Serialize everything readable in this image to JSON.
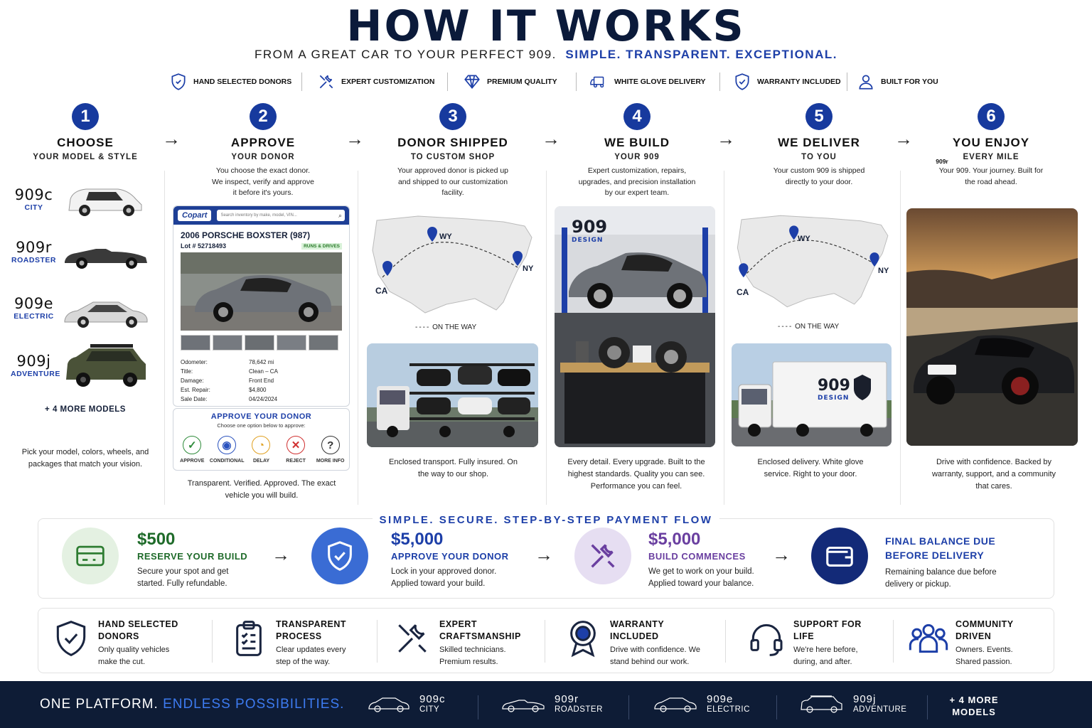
{
  "header": {
    "title": "HOW IT WORKS",
    "subtitle": "FROM A GREAT CAR TO YOUR PERFECT 909.",
    "subtitle_accent": "SIMPLE. TRANSPARENT. EXCEPTIONAL."
  },
  "features": [
    {
      "label": "HAND SELECTED DONORS",
      "icon": "shield-icon"
    },
    {
      "label": "EXPERT CUSTOMIZATION",
      "icon": "tools-icon"
    },
    {
      "label": "PREMIUM QUALITY",
      "icon": "diamond-icon"
    },
    {
      "label": "WHITE GLOVE DELIVERY",
      "icon": "truck-icon"
    },
    {
      "label": "WARRANTY INCLUDED",
      "icon": "shield-check-icon"
    },
    {
      "label": "BUILT FOR YOU",
      "icon": "person-icon"
    }
  ],
  "steps": [
    {
      "number": "1",
      "title": "CHOOSE",
      "subtitle": "YOUR MODEL & STYLE",
      "description": "",
      "caption": "Pick your model, colors, wheels, and packages that match your vision."
    },
    {
      "number": "2",
      "title": "APPROVE",
      "subtitle": "YOUR DONOR",
      "description": "You choose the exact donor. We inspect, verify and approve it before it's yours.",
      "caption": "Transparent. Verified. Approved. The exact vehicle you will build."
    },
    {
      "number": "3",
      "title": "DONOR SHIPPED",
      "subtitle": "TO CUSTOM SHOP",
      "description": "Your approved donor is picked up and shipped to our customization facility.",
      "caption": "Enclosed transport. Fully insured. On the way to our shop."
    },
    {
      "number": "4",
      "title": "WE BUILD",
      "subtitle": "YOUR 909",
      "description": "Expert customization, repairs, upgrades, and precision installation by our expert team.",
      "caption": "Every detail. Every upgrade. Built to the highest standards. Quality you can see. Performance you can feel."
    },
    {
      "number": "5",
      "title": "WE DELIVER",
      "subtitle": "TO YOU",
      "description": "Your custom 909 is shipped directly to your door.",
      "caption": "Enclosed delivery. White glove service. Right to your door."
    },
    {
      "number": "6",
      "title": "YOU ENJOY",
      "subtitle": "EVERY MILE",
      "description": "Your 909. Your journey. Built for the road ahead.",
      "caption": "Drive with confidence. Backed by warranty, support, and a community that cares."
    }
  ],
  "models": [
    {
      "name": "909c",
      "class": "CITY",
      "color": "#f2f2f2"
    },
    {
      "name": "909r",
      "class": "ROADSTER",
      "color": "#3a3a3a"
    },
    {
      "name": "909e",
      "class": "ELECTRIC",
      "color": "#d8d8d8"
    },
    {
      "name": "909j",
      "class": "ADVENTURE",
      "color": "#4a5238"
    }
  ],
  "more_models": "+ 4 MORE MODELS",
  "map": {
    "from": "CA",
    "via": "WY",
    "to": "NY",
    "legend": "ON THE WAY"
  },
  "listing": {
    "brand": "Copart",
    "search_placeholder": "Search inventory by make, model, VIN...",
    "title": "2006 PORSCHE BOXSTER (987)",
    "lot": "Lot # 52718493",
    "badge": "RUNS & DRIVES",
    "specs": [
      {
        "k": "Odometer:",
        "v": "78,642 mi"
      },
      {
        "k": "Title:",
        "v": "Clean – CA"
      },
      {
        "k": "Damage:",
        "v": "Front End"
      },
      {
        "k": "Est. Repair:",
        "v": "$4,800"
      },
      {
        "k": "Sale Date:",
        "v": "04/24/2024"
      }
    ],
    "approve_title": "APPROVE YOUR DONOR",
    "approve_sub": "Choose one option below to approve:",
    "options": [
      {
        "label": "APPROVE",
        "glyph": "✓",
        "color": "#2e8b3a"
      },
      {
        "label": "CONDITIONAL",
        "glyph": "◉",
        "color": "#2a52be"
      },
      {
        "label": "DELAY",
        "glyph": "◔",
        "color": "#e0a020"
      },
      {
        "label": "REJECT",
        "glyph": "✕",
        "color": "#d03030"
      },
      {
        "label": "MORE INFO",
        "glyph": "?",
        "color": "#333333"
      }
    ]
  },
  "shop_sign": {
    "name": "909",
    "sub": "DESIGN"
  },
  "plate": "909r",
  "payment": {
    "title": "SIMPLE. SECURE. STEP-BY-STEP PAYMENT FLOW",
    "steps": [
      {
        "amount": "$500",
        "label": "RESERVE YOUR BUILD",
        "desc": "Secure your spot and get started. Fully refundable.",
        "color": "#1f6b2a",
        "icon": "card-icon"
      },
      {
        "amount": "$5,000",
        "label": "APPROVE YOUR DONOR",
        "desc": "Lock in your approved donor. Applied toward your build.",
        "color": "#1d3fa8",
        "icon": "shield-check-icon"
      },
      {
        "amount": "$5,000",
        "label": "BUILD COMMENCES",
        "desc": "We get to work on your build. Applied toward your balance.",
        "color": "#6a3fa0",
        "icon": "tools-icon"
      },
      {
        "amount": "",
        "label": "FINAL BALANCE DUE BEFORE DELIVERY",
        "desc": "Remaining balance due before delivery or pickup.",
        "color": "#1d3fa8",
        "icon": "wallet-icon"
      }
    ]
  },
  "benefits": [
    {
      "title": "HAND SELECTED DONORS",
      "desc": "Only quality vehicles make the cut.",
      "icon": "shield-check-icon"
    },
    {
      "title": "TRANSPARENT PROCESS",
      "desc": "Clear updates every step of the way.",
      "icon": "clipboard-icon"
    },
    {
      "title": "EXPERT CRAFTSMANSHIP",
      "desc": "Skilled technicians. Premium results.",
      "icon": "tools-icon"
    },
    {
      "title": "WARRANTY INCLUDED",
      "desc": "Drive with confidence. We stand behind our work.",
      "icon": "award-icon"
    },
    {
      "title": "SUPPORT FOR LIFE",
      "desc": "We're here before, during, and after.",
      "icon": "headset-icon"
    },
    {
      "title": "COMMUNITY DRIVEN",
      "desc": "Owners. Events. Shared passion.",
      "icon": "community-icon"
    }
  ],
  "footer": {
    "slogan": "ONE PLATFORM.",
    "slogan_accent": "ENDLESS POSSIBILITIES.",
    "models": [
      {
        "name": "909c",
        "class": "CITY"
      },
      {
        "name": "909r",
        "class": "ROADSTER"
      },
      {
        "name": "909e",
        "class": "ELECTRIC"
      },
      {
        "name": "909j",
        "class": "ADVENTURE"
      }
    ],
    "more": "+ 4 MORE",
    "more2": "MODELS"
  }
}
